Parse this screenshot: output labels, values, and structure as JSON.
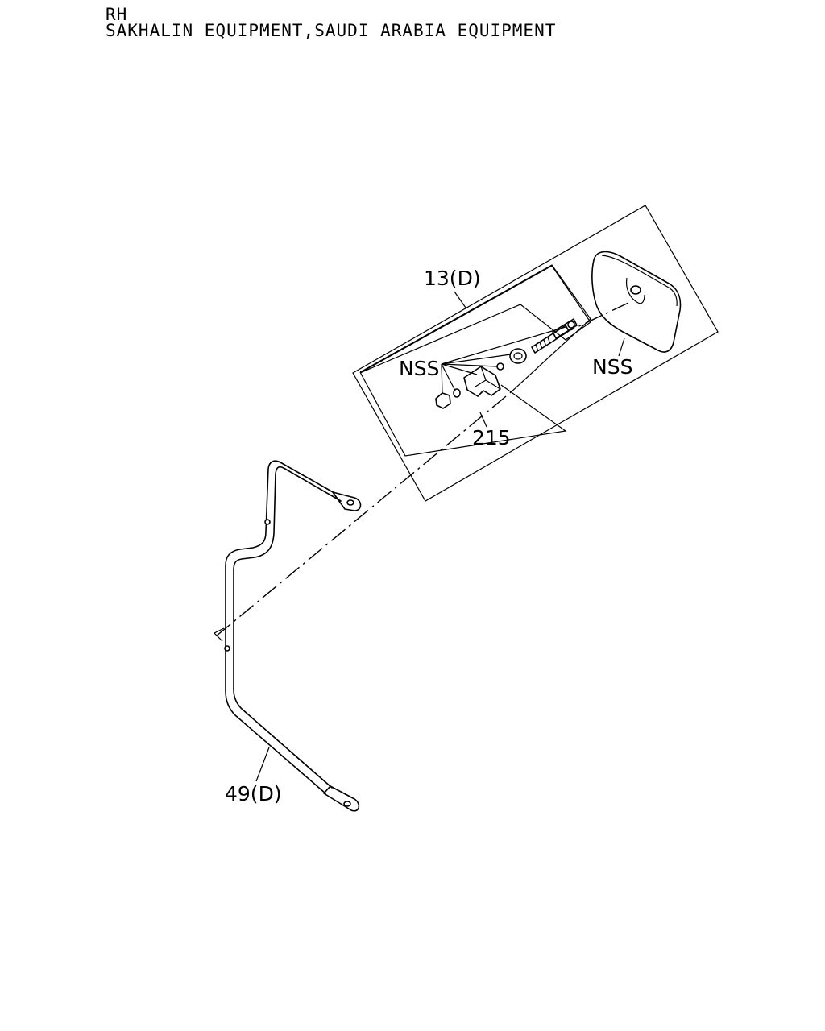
{
  "header": {
    "line1": "RH",
    "line2": "SAKHALIN EQUIPMENT,SAUDI ARABIA EQUIPMENT"
  },
  "callouts": {
    "mirror_assembly": "13(D)",
    "nss_left": "NSS",
    "nss_right": "NSS",
    "bracket_part": "215",
    "stay_bar": "49(D)"
  }
}
